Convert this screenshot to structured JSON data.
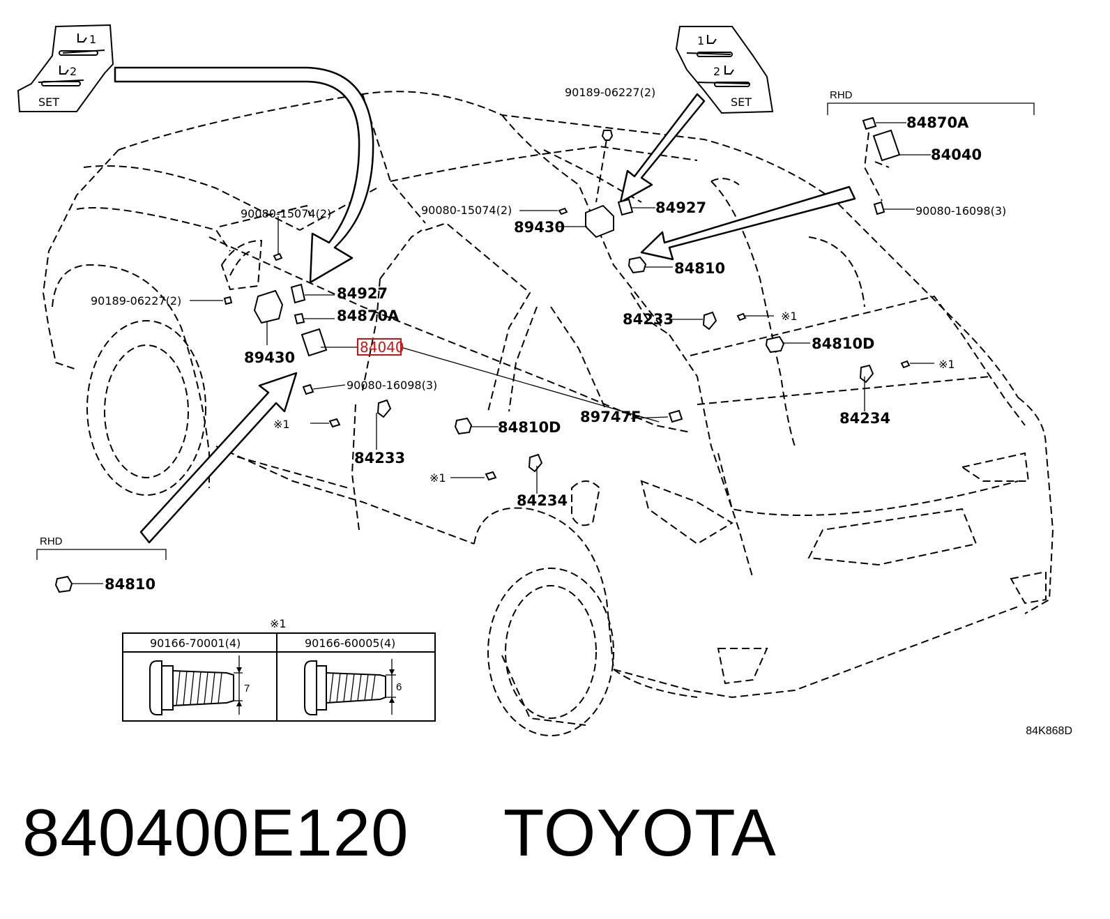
{
  "footer": {
    "part_number": "840400E120",
    "brand": "TOYOTA"
  },
  "diagram_code": "84K868D",
  "callouts": {
    "c_90189_top": "90189-06227(2)",
    "c_90080_15074_left": "90080-15074(2)",
    "c_90080_15074_mid": "90080-15074(2)",
    "c_89430_mid": "89430",
    "c_84927_mid": "84927",
    "c_84810_mid": "84810",
    "c_84927_left": "84927",
    "c_84870a_left": "84870A",
    "c_90189_left": "90189-06227(2)",
    "c_89430_left": "89430",
    "c_84040_left": "84040",
    "c_90080_16098_left": "90080-16098(3)",
    "c_star1_a": "※1",
    "c_84233_a": "84233",
    "c_84810d_a": "84810D",
    "c_89747f": "89747F",
    "c_star1_b": "※1",
    "c_84234_a": "84234",
    "c_84233_b": "84233",
    "c_star1_c": "※1",
    "c_84810d_b": "84810D",
    "c_star1_d": "※1",
    "c_84234_b": "84234",
    "c_rhd_right": "RHD",
    "c_84870a_right": "84870A",
    "c_84040_right": "84040",
    "c_90080_16098_right": "90080-16098(3)",
    "c_rhd_left": "RHD",
    "c_84810_left": "84810"
  },
  "switch_panels": {
    "left": {
      "btn1": "1",
      "btn2": "2",
      "set": "SET"
    },
    "right": {
      "btn1": "1",
      "btn2": "2",
      "set": "SET"
    }
  },
  "fastener_table": {
    "note": "※1",
    "col1_header": "90166-70001(4)",
    "col2_header": "90166-60005(4)",
    "col1_dim": "7",
    "col2_dim": "6"
  },
  "highlight_part": "84040"
}
